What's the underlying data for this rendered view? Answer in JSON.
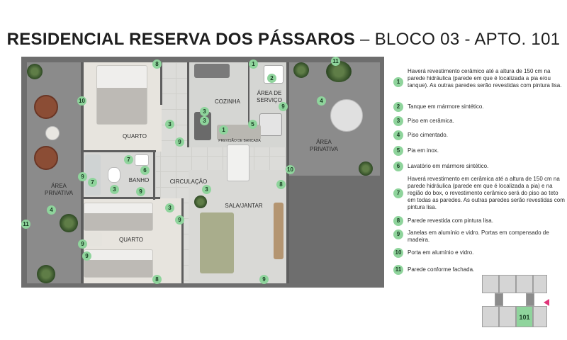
{
  "title": {
    "bold": "RESIDENCIAL RESERVA DOS PÁSSAROS",
    "dash": " – ",
    "light": "BLOCO 03 - APTO. 101"
  },
  "rooms": {
    "quarto_top": "QUARTO",
    "cozinha": "COZINHA",
    "area_servico": "ÁREA DE\nSERVIÇO",
    "area_privativa_right": "ÁREA\nPRIVATIVA",
    "previsao": "PREVISÃO DE BANCADA",
    "area_privativa_left": "ÁREA\nPRIVATIVA",
    "banho": "BANHO",
    "circulacao": "CIRCULAÇÃO",
    "sala_jantar": "SALA/JANTAR",
    "quarto_bottom": "QUARTO"
  },
  "markers": [
    "8",
    "1",
    "2",
    "11",
    "10",
    "3",
    "4",
    "9",
    "3",
    "3",
    "1",
    "5",
    "9",
    "7",
    "6",
    "10",
    "9",
    "7",
    "3",
    "9",
    "3",
    "4",
    "3",
    "8",
    "11",
    "9",
    "9",
    "9",
    "8",
    "9"
  ],
  "legend": [
    {
      "num": "1",
      "text": "Haverá revestimento cerâmico até a altura de 150 cm na parede hidráulica (parede em que é localizada a pia e/ou tanque). As outras paredes serão revestidas com pintura lisa."
    },
    {
      "num": "2",
      "text": "Tanque em mármore sintético."
    },
    {
      "num": "3",
      "text": "Piso em cerâmica."
    },
    {
      "num": "4",
      "text": "Piso cimentado."
    },
    {
      "num": "5",
      "text": "Pia em inox."
    },
    {
      "num": "6",
      "text": "Lavatório em mármore sintético."
    },
    {
      "num": "7",
      "text": "Haverá revestimento em cerâmica até a altura de 150 cm na parede hidráulica (parede em que é localizada a pia) e na região do box, o revestimento cerâmico será do piso ao teto em todas as paredes. As outras paredes serão revestidas com pintura lisa."
    },
    {
      "num": "8",
      "text": "Parede revestida com pintura lisa."
    },
    {
      "num": "9",
      "text": "Janelas em alumínio e vidro. Portas em compensado de madeira."
    },
    {
      "num": "10",
      "text": "Porta em alumínio e vidro."
    },
    {
      "num": "11",
      "text": "Parede conforme fachada."
    }
  ],
  "keyplan": {
    "unit": "101"
  },
  "colors": {
    "accent_green": "#8fd49c",
    "arrow_pink": "#e0357a"
  }
}
